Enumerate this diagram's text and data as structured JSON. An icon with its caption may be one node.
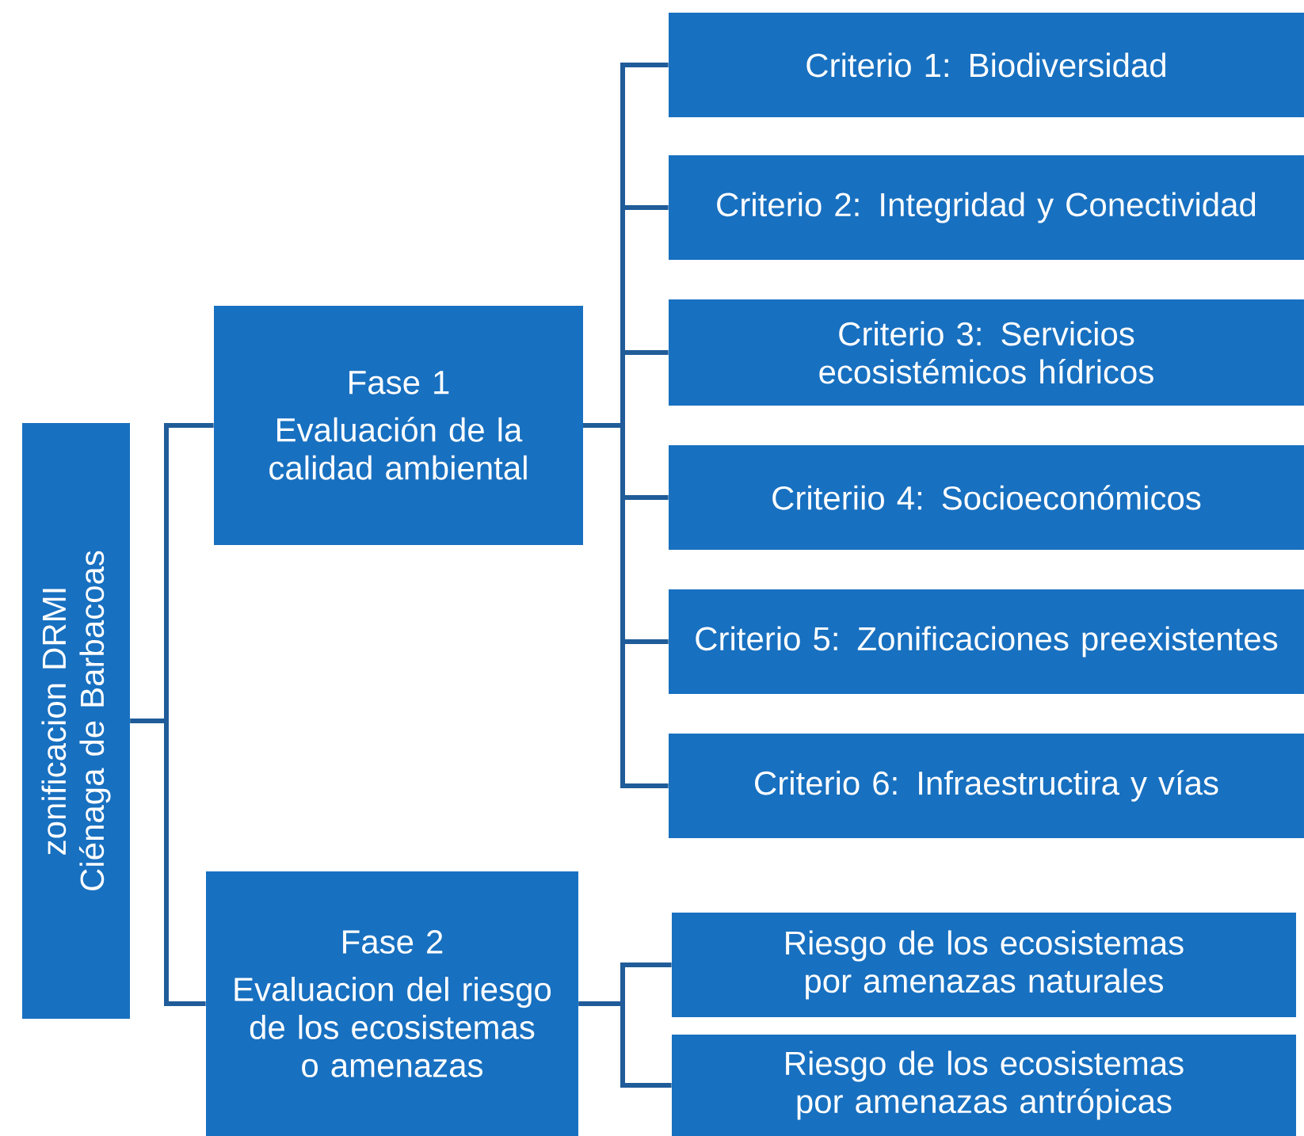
{
  "diagram": {
    "nodes": [
      {
        "text": [
          "zonificacion DRMI Ciénaga de Barbacoas"
        ]
      },
      {
        "text": [
          "Fase 1",
          "Evaluación de la calidad ambiental"
        ]
      },
      {
        "text": [
          "Fase 2",
          "Evaluacion del riesgo de los ecosistemas o amenazas"
        ]
      },
      {
        "text": [
          "Criterio 1: Biodiversidad"
        ]
      },
      {
        "text": [
          "Criterio 2: Integridad y Conectividad"
        ]
      },
      {
        "text": [
          "Criterio 3: Servicios ecosistémicos hídricos"
        ]
      },
      {
        "text": [
          "Criteriio 4: Socioeconómicos"
        ]
      },
      {
        "text": [
          "Criterio 5: Zonificaciones preexistentes"
        ]
      },
      {
        "text": [
          "Criterio 6: Infraestructira y vías"
        ]
      },
      {
        "text": [
          "Riesgo de los ecosistemas por amenazas naturales"
        ]
      },
      {
        "text": [
          "Riesgo de los ecosistemas por amenazas antrópicas"
        ]
      }
    ],
    "edges": [
      {
        "from": 0,
        "to": 1,
        "arrow": "none"
      },
      {
        "from": 0,
        "to": 2,
        "arrow": "none"
      },
      {
        "from": 1,
        "to": 3,
        "arrow": "none"
      },
      {
        "from": 1,
        "to": 4,
        "arrow": "none"
      },
      {
        "from": 1,
        "to": 5,
        "arrow": "none"
      },
      {
        "from": 1,
        "to": 6,
        "arrow": "none"
      },
      {
        "from": 1,
        "to": 7,
        "arrow": "none"
      },
      {
        "from": 1,
        "to": 8,
        "arrow": "none"
      },
      {
        "from": 2,
        "to": 9,
        "arrow": "none"
      },
      {
        "from": 2,
        "to": 10,
        "arrow": "none"
      }
    ]
  }
}
